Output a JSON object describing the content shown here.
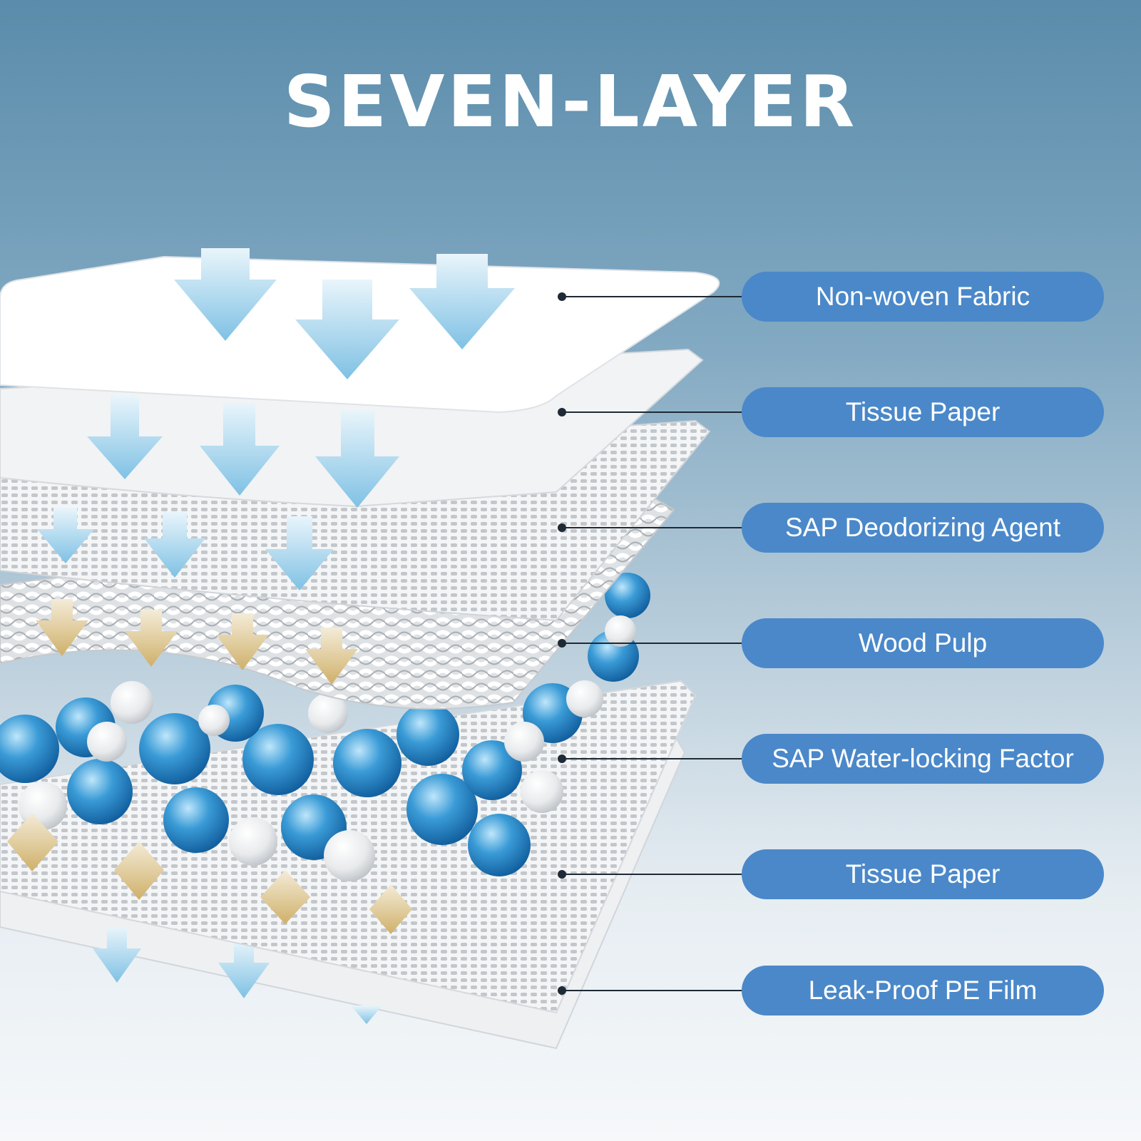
{
  "title": "SEVEN-LAYER",
  "layers": [
    {
      "label": "Non-woven Fabric"
    },
    {
      "label": "Tissue Paper"
    },
    {
      "label": "SAP Deodorizing Agent"
    },
    {
      "label": "Wood Pulp"
    },
    {
      "label": "SAP Water-locking Factor"
    },
    {
      "label": "Tissue Paper"
    },
    {
      "label": "Leak-Proof PE Film"
    }
  ],
  "colors": {
    "pill": "#4a88c9",
    "arrow_blue": "#8fcbe9",
    "arrow_gold": "#d8c08a",
    "bead_blue": "#2c8cc8"
  }
}
